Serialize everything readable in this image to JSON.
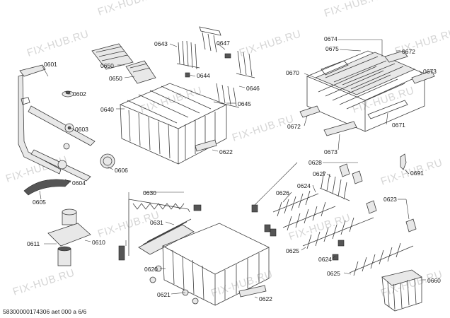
{
  "watermark": {
    "text": "FIX-HUB.RU"
  },
  "footer": {
    "code": "58300000174306 aet 000 a 6/6"
  },
  "parts": {
    "p0601": "0601",
    "p0602": "0602",
    "p0603": "0603",
    "p0604": "0604",
    "p0605": "0605",
    "p0606": "0606",
    "p0610": "0610",
    "p0611": "0611",
    "p0620": "0620",
    "p0621": "0621",
    "p0622a": "0622",
    "p0622b": "0622",
    "p0623": "0623",
    "p0624a": "0624",
    "p0624b": "0624",
    "p0625a": "0625",
    "p0625b": "0625",
    "p0626": "0626",
    "p0627": "0627",
    "p0628": "0628",
    "p0630": "0630",
    "p0631": "0631",
    "p0640": "0640",
    "p0643": "0643",
    "p0644": "0644",
    "p0645": "0645",
    "p0646": "0646",
    "p0647": "0647",
    "p0650a": "0650",
    "p0650b": "0650",
    "p0660": "0660",
    "p0670": "0670",
    "p0671": "0671",
    "p0672a": "0672",
    "p0672b": "0672",
    "p0673a": "0673",
    "p0673b": "0673",
    "p0674": "0674",
    "p0675": "0675",
    "p0691": "0691"
  }
}
